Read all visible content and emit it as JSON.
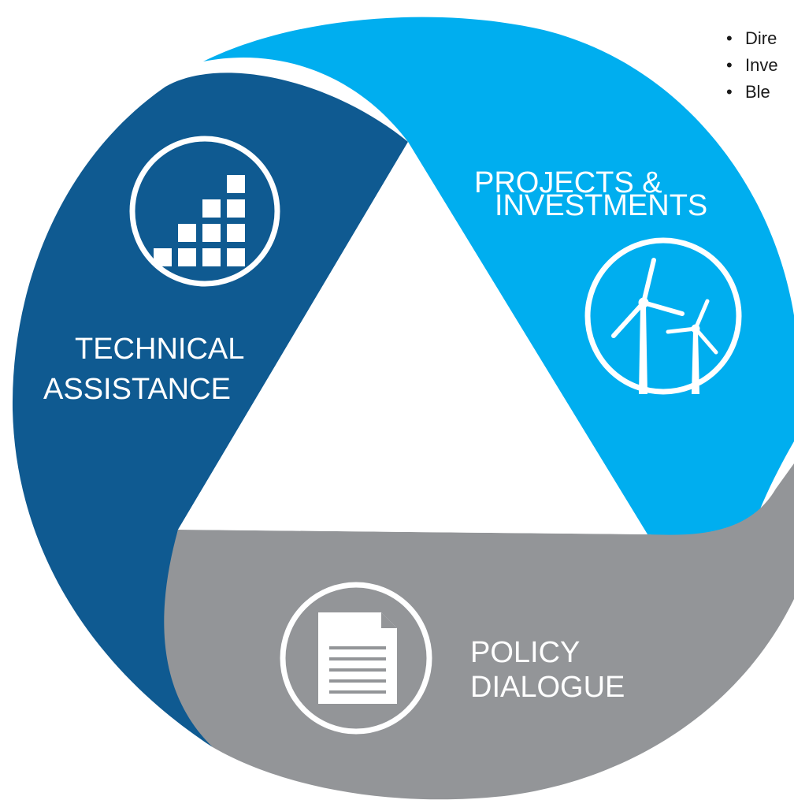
{
  "diagram": {
    "segments": {
      "technical_assistance": {
        "line1": "TECHNICAL",
        "line2": "ASSISTANCE",
        "color": "#0f5a91",
        "icon": "bar-chart-steps-icon"
      },
      "projects_investments": {
        "line1": "PROJECTS &",
        "line2": "INVESTMENTS",
        "color": "#00aeef",
        "icon": "wind-turbine-icon"
      },
      "policy_dialogue": {
        "line1": "POLICY",
        "line2": "DIALOGUE",
        "color": "#939598",
        "icon": "document-icon"
      }
    },
    "bullets": [
      {
        "dot": "•",
        "text": "Dire"
      },
      {
        "dot": "•",
        "text": "Inve"
      },
      {
        "dot": "•",
        "text": "Ble"
      }
    ]
  }
}
